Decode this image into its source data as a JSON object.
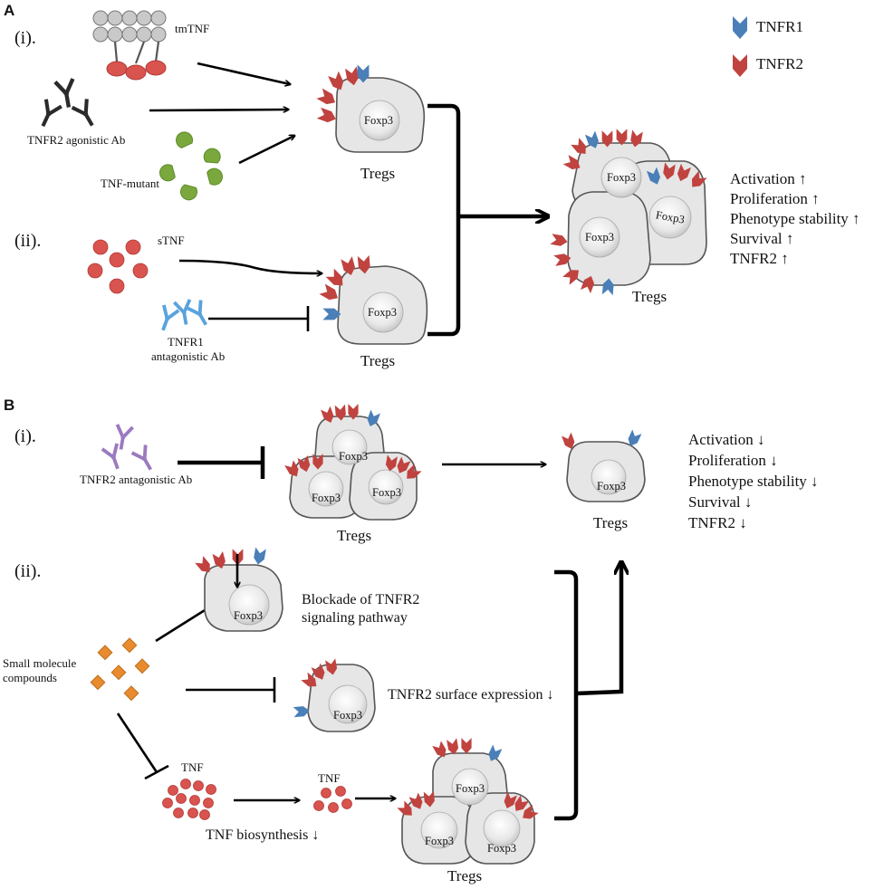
{
  "colors": {
    "tnfr1": "#4a7fb8",
    "tnfr2": "#c0433f",
    "tnf": "#d9534f",
    "agonist_ab": "#2b2b2b",
    "tnfr1_antagonist_ab": "#5aa3dc",
    "tnfr2_antagonist_ab": "#9b7ac0",
    "tnf_mutant": "#7aa83c",
    "small_molecule": "#e88b2f",
    "cell_fill": "#e6e6e6"
  },
  "legend": {
    "tnfr1": "TNFR1",
    "tnfr2": "TNFR2"
  },
  "panel_a": {
    "letter": "A",
    "i_label": "(i).",
    "ii_label": "(ii).",
    "tmtnf": "tmTNF",
    "agonist_ab": "TNFR2 agonistic Ab",
    "tnf_mutant": "TNF-mutant",
    "stnf": "sTNF",
    "tnfr1_antagonist_line1": "TNFR1",
    "tnfr1_antagonist_line2": "antagonistic Ab",
    "tregs": "Tregs",
    "foxp3": "Foxp3",
    "effects": [
      "Activation ↑",
      "Proliferation ↑",
      "Phenotype stability ↑",
      "Survival ↑",
      "TNFR2 ↑"
    ]
  },
  "panel_b": {
    "letter": "B",
    "i_label": "(i).",
    "ii_label": "(ii).",
    "tnfr2_antagonist": "TNFR2 antagonistic Ab",
    "tregs": "Tregs",
    "foxp3": "Foxp3",
    "effects": [
      "Activation ↓",
      "Proliferation ↓",
      "Phenotype stability ↓",
      "Survival ↓",
      "TNFR2 ↓"
    ],
    "blockade_line1": "Blockade of TNFR2",
    "blockade_line2": "signaling pathway",
    "small_molecule_line1": "Small molecule",
    "small_molecule_line2": "compounds",
    "surface_expression": "TNFR2 surface expression ↓",
    "tnf": "TNF",
    "biosynthesis": "TNF biosynthesis ↓"
  }
}
